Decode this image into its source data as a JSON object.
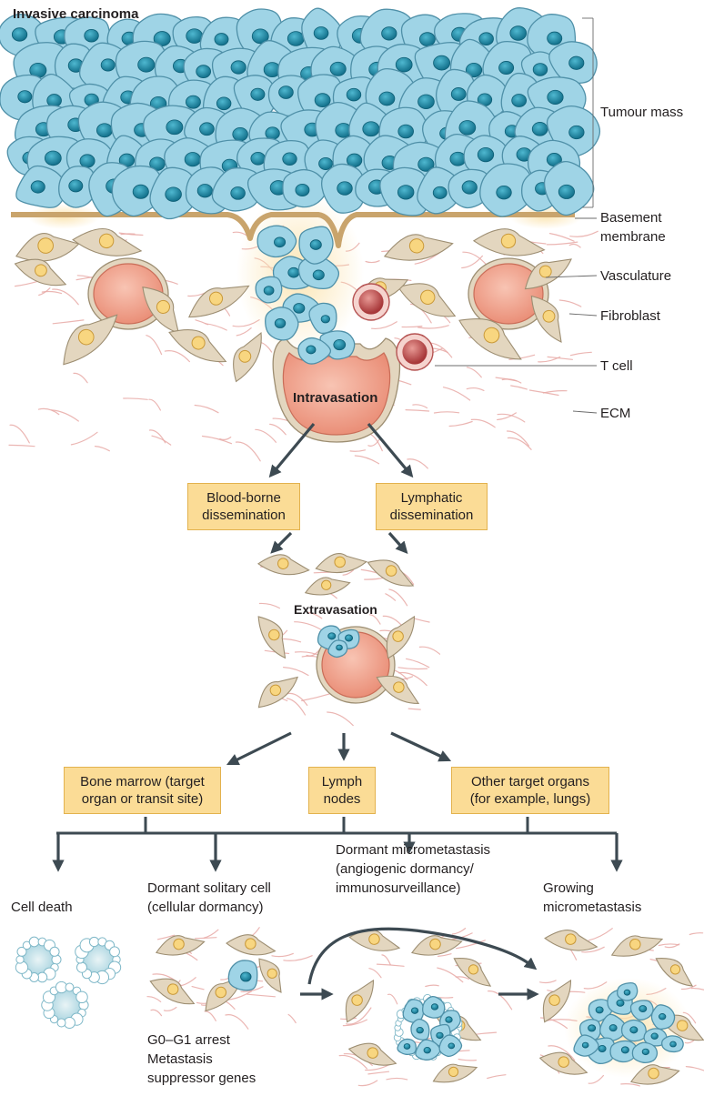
{
  "title": "Invasive carcinoma",
  "side_labels": {
    "tumour_mass": "Tumour mass",
    "basement_membrane": [
      "Basement",
      "membrane"
    ],
    "vasculature": "Vasculature",
    "fibroblast": "Fibroblast",
    "t_cell": "T cell",
    "ecm": "ECM"
  },
  "steps": {
    "intravasation": "Intravasation",
    "extravasation": "Extravasation"
  },
  "dissemination": {
    "blood": [
      "Blood-borne",
      "dissemination"
    ],
    "lymph": [
      "Lymphatic",
      "dissemination"
    ]
  },
  "sites": {
    "bone_marrow": [
      "Bone marrow (target",
      "organ or transit site)"
    ],
    "lymph_nodes": [
      "Lymph",
      "nodes"
    ],
    "other_organs": [
      "Other target organs",
      "(for example, lungs)"
    ]
  },
  "fates": {
    "cell_death": "Cell death",
    "dormant_solitary": [
      "Dormant solitary cell",
      "(cellular dormancy)"
    ],
    "dormant_micro": [
      "Dormant micrometastasis",
      "(angiogenic dormancy/",
      "immunosurveillance)"
    ],
    "growing_micro": [
      "Growing",
      "micrometastasis"
    ]
  },
  "notes": [
    "G0–G1 arrest",
    "Metastasis",
    "suppressor genes"
  ],
  "colors": {
    "tumour_cell": "#9fd4e6",
    "tumour_outline": "#4f90a8",
    "nucleus": "#1f8ca9",
    "fibroblast": "#e3d6bf",
    "vessel": "#f0a18d",
    "box_fill": "#fbdc96",
    "arrow": "#3d4a52",
    "ecm_fibre": "#e7a9a6"
  }
}
